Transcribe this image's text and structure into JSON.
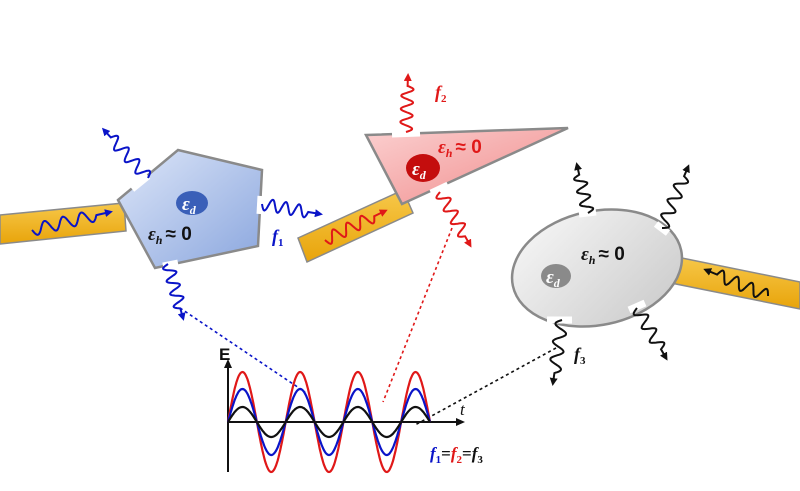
{
  "colors": {
    "blue": "#0a14c8",
    "red": "#e01818",
    "black": "#111111",
    "gold": "#f2b51c",
    "blue_fill": "#a8bfe8",
    "red_fill": "#f7a5a5",
    "gray_fill": "#e2e2e2",
    "blue_disk": "#3a5fb8",
    "red_disk": "#c40d0d",
    "gray_disk": "#8a8a8a"
  },
  "resonators": [
    {
      "id": "pentagon",
      "eps_h_label": "ε",
      "eps_h_sub": "h",
      "approx": "≈ 0",
      "eps_d_label": "ε",
      "eps_d_sub": "d",
      "freq_label": "f",
      "freq_sub": "1"
    },
    {
      "id": "triangle",
      "eps_h_label": "ε",
      "eps_h_sub": "h",
      "approx": "≈ 0",
      "eps_d_label": "ε",
      "eps_d_sub": "d",
      "freq_label": "f",
      "freq_sub": "2"
    },
    {
      "id": "ellipse",
      "eps_h_label": "ε",
      "eps_h_sub": "h",
      "approx": "≈ 0",
      "eps_d_label": "ε",
      "eps_d_sub": "d",
      "freq_label": "f",
      "freq_sub": "3"
    }
  ],
  "plot": {
    "y_axis_label": "E",
    "x_axis_label": "t",
    "equation": {
      "f": "f",
      "s1": "1",
      "eq": "=",
      "s2": "2",
      "s3": "3"
    },
    "amplitudes": {
      "red": 1.0,
      "blue": 0.66,
      "black": 0.3
    },
    "cycles": 3.5
  }
}
